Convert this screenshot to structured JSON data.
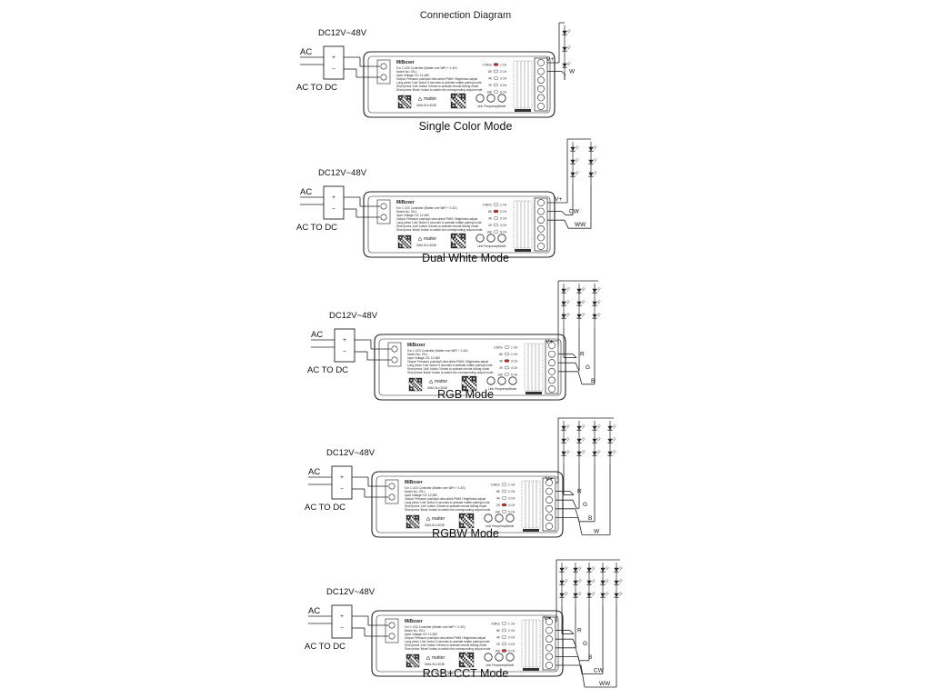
{
  "title": "Connection Diagram",
  "colors": {
    "line": "#222222",
    "indicator": "#d42a2a",
    "strip": "#333333"
  },
  "icons": {
    "led": "led-diode-icon",
    "qr": "qr-code-icon",
    "matter": "matter-logo-icon",
    "terminal": "screw-terminal-icon"
  },
  "device": {
    "brand": "MiBoxer",
    "name_line1": "5 in 1 LED Controller (Matter over WiFi + 2.4G)",
    "specs_line1": "Model No.: E5-L",
    "specs_line2": "Input Voltage: DC 12-48V",
    "specs_line3": "Output: Pressure push/pull ultra-silent PWM / Brightness adjust",
    "specs_line4": "Long press 'Link' button 3 seconds to activate matter pairing mode",
    "specs_line5": "Short press 'Link' button 3 times to activate remote linking mode",
    "specs_line6": "Short press 'Mode' button to switch the corresponding output mode",
    "specs_line7": "Short press 'Frequency' button to switch the corresponding output frequency",
    "matter_label": "matter",
    "code": "3040-014-3038",
    "buttons": [
      "Link",
      "Frequency",
      "Mode"
    ],
    "leds": [
      "0.5Khz",
      "8K",
      "4K",
      "2K",
      "16K"
    ],
    "ledmodes": [
      "1 CH",
      "2 CH",
      "3 CH",
      "4 CH",
      "5 CH"
    ]
  },
  "power": {
    "input": "DC12V~48V",
    "ac": "AC",
    "converter": "AC TO DC",
    "plus": "+",
    "minus": "−"
  },
  "modes": [
    {
      "caption": "Single Color Mode",
      "vplus": "V+",
      "wires": [
        "W"
      ],
      "active": 0
    },
    {
      "caption": "Dual White Mode",
      "vplus": "V+",
      "wires": [
        "CW",
        "WW"
      ],
      "active": 1
    },
    {
      "caption": "RGB Mode",
      "vplus": "V+",
      "wires": [
        "R",
        "G",
        "B"
      ],
      "active": 2
    },
    {
      "caption": "RGBW Mode",
      "vplus": "V+",
      "wires": [
        "R",
        "G",
        "B",
        "W"
      ],
      "active": 3
    },
    {
      "caption": "RGB+CCT Mode",
      "vplus": "V+",
      "wires": [
        "R",
        "G",
        "B",
        "CW",
        "WW"
      ],
      "active": 4
    }
  ]
}
